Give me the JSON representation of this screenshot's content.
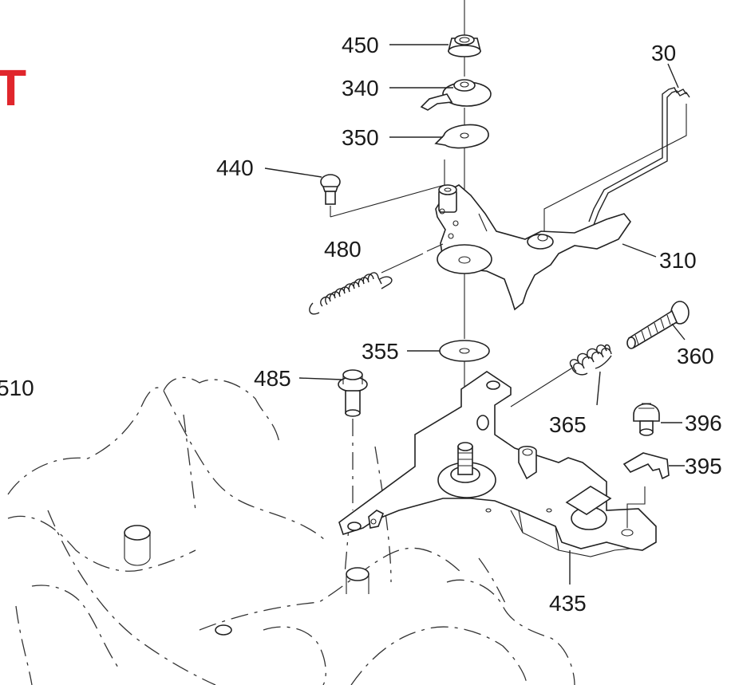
{
  "diagram": {
    "accent_color": "#e0262c",
    "header_fragment": "T",
    "callouts": [
      "450",
      "340",
      "350",
      "440",
      "30",
      "480",
      "310",
      "355",
      "360",
      "485",
      "365",
      "396",
      "395",
      "435",
      "510"
    ],
    "icons": [
      "shaft-icon",
      "nut-icon",
      "lever-icon",
      "washer-icon",
      "screw-icon",
      "rod-icon",
      "spring-icon",
      "bolt-icon",
      "bracket-icon",
      "clip-icon",
      "engine-housing-icon"
    ]
  }
}
